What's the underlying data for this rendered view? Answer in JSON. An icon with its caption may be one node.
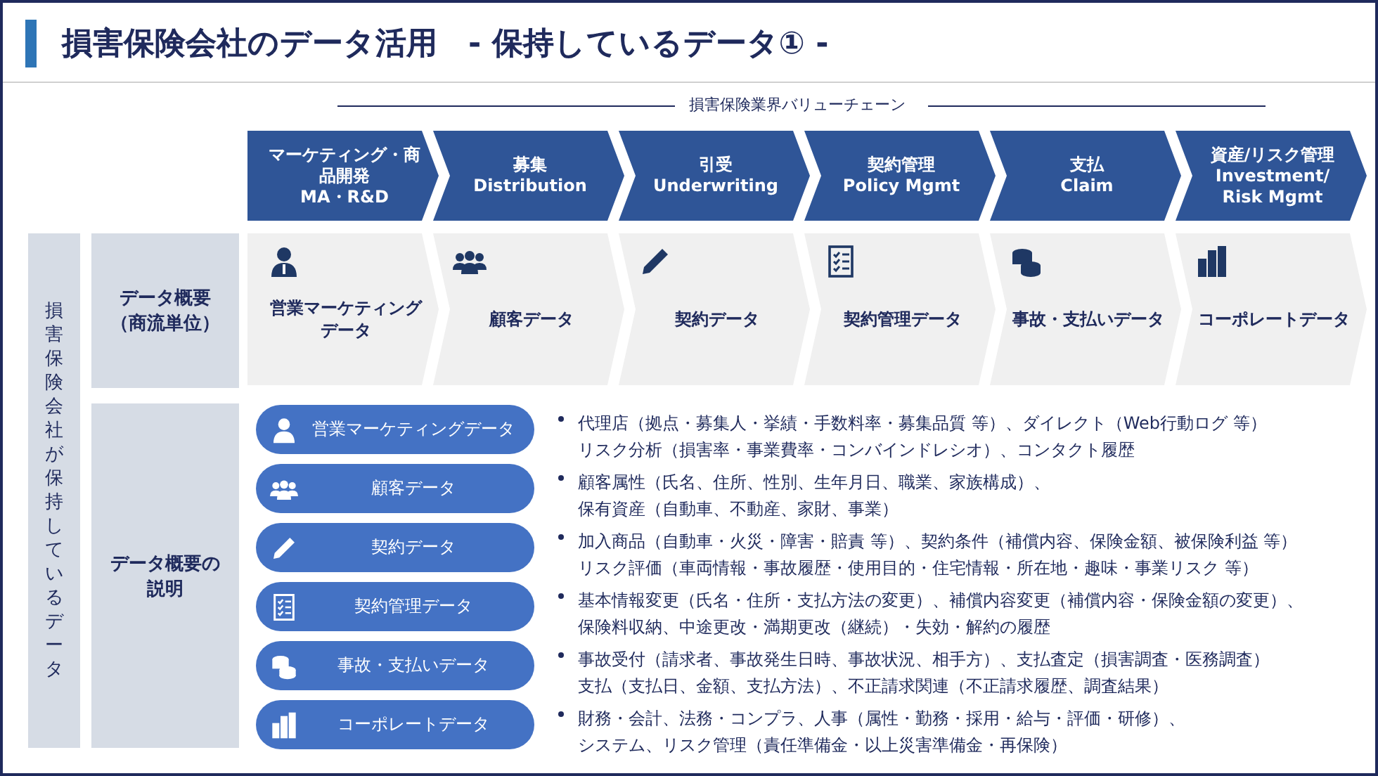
{
  "diagram": {
    "title": "損害保険会社のデータ活用　- 保持しているデータ① -",
    "nodes": [
      {
        "text": [
          "損害保険会社が保持しているデータ"
        ]
      },
      {
        "text": [
          "データ概要（商流単位）"
        ]
      },
      {
        "text": [
          "データ概要の説明"
        ]
      },
      {
        "text": [
          "マーケティング・商品開発",
          "MA・R&D"
        ]
      },
      {
        "text": [
          "募集",
          "Distribution"
        ]
      },
      {
        "text": [
          "引受",
          "Underwriting"
        ]
      },
      {
        "text": [
          "契約管理",
          "Policy Mgmt"
        ]
      },
      {
        "text": [
          "支払",
          "Claim"
        ]
      },
      {
        "text": [
          "資産/リスク管理",
          "Investment/ Risk Mgmt"
        ]
      },
      {
        "text": [
          "営業マーケティングデータ"
        ]
      },
      {
        "text": [
          "顧客データ"
        ]
      },
      {
        "text": [
          "契約データ"
        ]
      },
      {
        "text": [
          "契約管理データ"
        ]
      },
      {
        "text": [
          "事故・支払いデータ"
        ]
      },
      {
        "text": [
          "コーポレートデータ"
        ]
      },
      {
        "text": [
          "営業マーケティングデータ"
        ],
        "beside": [
          "代理店（拠点・募集人・挙績・手数料率・募集品質 等）、ダイレクト（Web行動ログ 等）",
          "リスク分析（損害率・事業費率・コンバインドレシオ）、コンタクト履歴"
        ]
      },
      {
        "text": [
          "顧客データ"
        ],
        "beside": [
          "顧客属性（氏名、住所、性別、生年月日、職業、家族構成）、",
          "保有資産（自動車、不動産、家財、事業）"
        ]
      },
      {
        "text": [
          "契約データ"
        ],
        "beside": [
          "加入商品（自動車・火災・障害・賠責 等）、契約条件（補償内容、保険金額、被保険利益 等）",
          "リスク評価（車両情報・事故履歴・使用目的・住宅情報・所在地・趣味・事業リスク 等）"
        ]
      },
      {
        "text": [
          "契約管理データ"
        ],
        "beside": [
          "基本情報変更（氏名・住所・支払方法の変更）、補償内容変更（補償内容・保険金額の変更）、",
          "保険料収納、中途更改・満期更改（継続）・失効・解約の履歴"
        ]
      },
      {
        "text": [
          "事故・支払いデータ"
        ],
        "beside": [
          "事故受付（請求者、事故発生日時、事故状況、相手方）、支払査定（損害調査・医務調査）",
          "支払（支払日、金額、支払方法）、不正請求関連（不正請求履歴、調査結果）"
        ]
      },
      {
        "text": [
          "コーポレートデータ"
        ],
        "beside": [
          "財務・会計、法務・コンプラ、人事（属性・勤務・採用・給与・評価・研修）、",
          "システム、リスク管理（責任準備金・以上災害準備金・再保険）"
        ]
      }
    ],
    "labels": [
      "損害保険業界バリューチェーン"
    ]
  }
}
